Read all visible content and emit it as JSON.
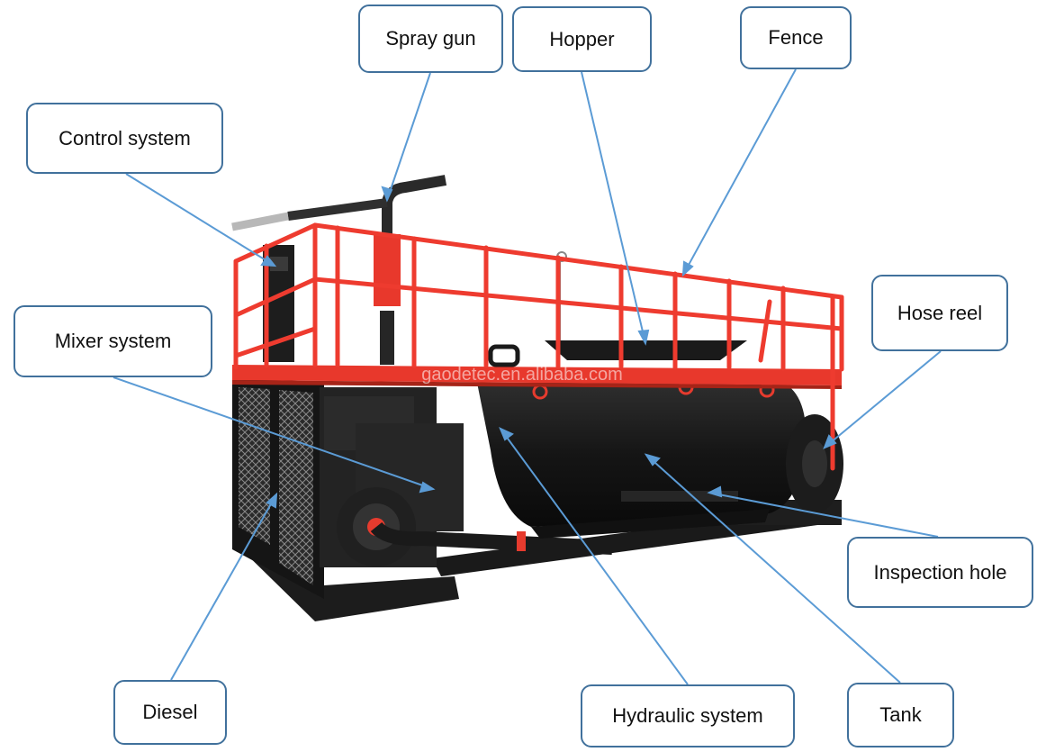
{
  "labels": {
    "spray_gun": "Spray gun",
    "hopper": "Hopper",
    "fence": "Fence",
    "control_system": "Control system",
    "hose_reel": "Hose reel",
    "mixer_system": "Mixer system",
    "inspection_hole": "Inspection hole",
    "diesel": "Diesel",
    "hydraulic_system": "Hydraulic system",
    "tank": "Tank"
  },
  "watermark": "gaodetec.en.alibaba.com",
  "colors": {
    "callout_border": "#41719c",
    "leader_line": "#5b9bd5",
    "railing": "#ee3b2f",
    "machine_body": "#1b1b1b"
  }
}
